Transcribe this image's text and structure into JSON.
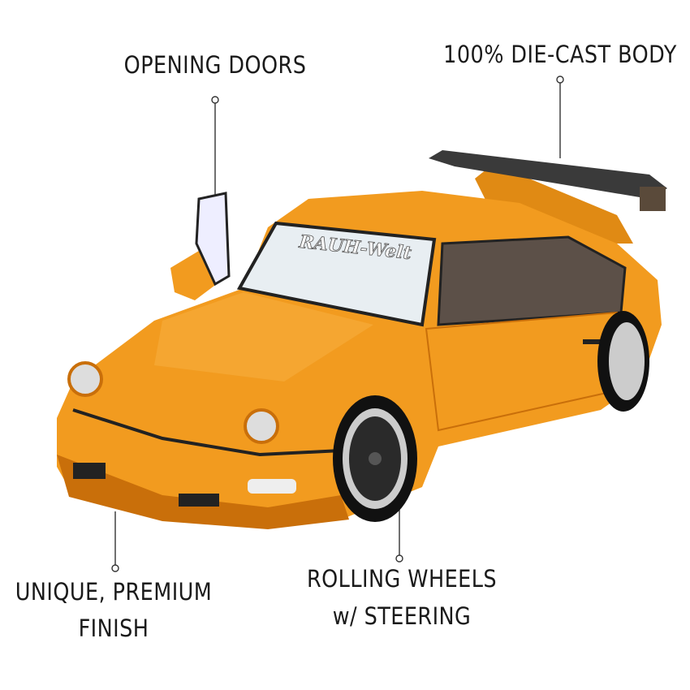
{
  "callouts": {
    "doors": "OPENING DOORS",
    "body": "100% DIE-CAST BODY",
    "finish_line1": "UNIQUE, PREMIUM",
    "finish_line2": "FINISH",
    "wheels_line1": "ROLLING WHEELS",
    "wheels_line2": "w/ STEERING"
  },
  "windshield_banner": "RAUH-Welt",
  "colors": {
    "body": "#F29B1F",
    "shadow": "#C96F0A",
    "trim": "#222222"
  }
}
